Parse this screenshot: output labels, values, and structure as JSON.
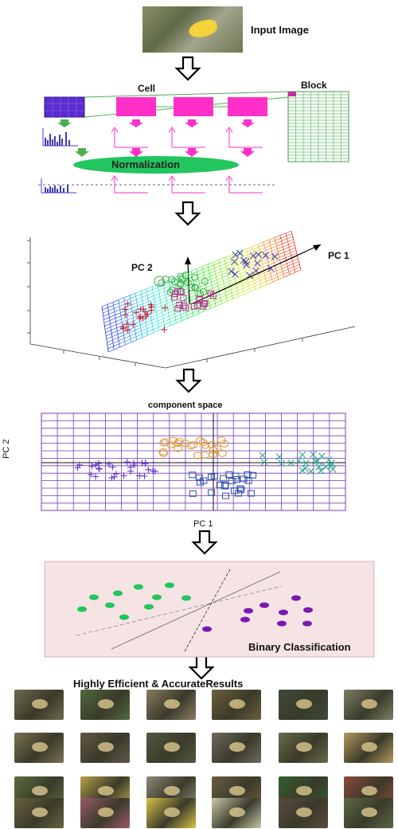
{
  "labels": {
    "input_image": "Input Image",
    "cell": "Cell",
    "block": "Block",
    "normalization": "Normalization",
    "pc1_3d": "PC 1",
    "pc2_3d": "PC 2",
    "component_space": "component space",
    "pc2_axis": "PC 2",
    "pc1_axis": "PC 1",
    "binary_classification": "Binary Classification",
    "results": "Highly Efficient & AccurateResults"
  },
  "colors": {
    "magenta": "#ff2fc8",
    "purple_cell": "#5a2cd0",
    "green": "#22c55e",
    "classify_bg": "#f6e4e4",
    "dark_purple": "#7a18b0"
  },
  "results_grid": {
    "rows": 4,
    "cols": 6,
    "thumbnails": [
      [
        "#6d6a4c",
        "#4e6a3b",
        "#8b7b63",
        "#6c5f3a",
        "#3e4a3a",
        "#7e7e66"
      ],
      [
        "#7b7251",
        "#5f5846",
        "#4f5a3d",
        "#6f6a5c",
        "#6a6b4b",
        "#b69a5e"
      ],
      [
        "#5a7040",
        "#b9a24a",
        "#8f8878",
        "#6b5e43",
        "#2f5f2b",
        "#8a4a3a"
      ],
      [
        "#66623f",
        "#9b5a6a",
        "#d9c24a",
        "#c7c8a8",
        "#5a4a3e",
        "#5a6a44"
      ]
    ]
  }
}
